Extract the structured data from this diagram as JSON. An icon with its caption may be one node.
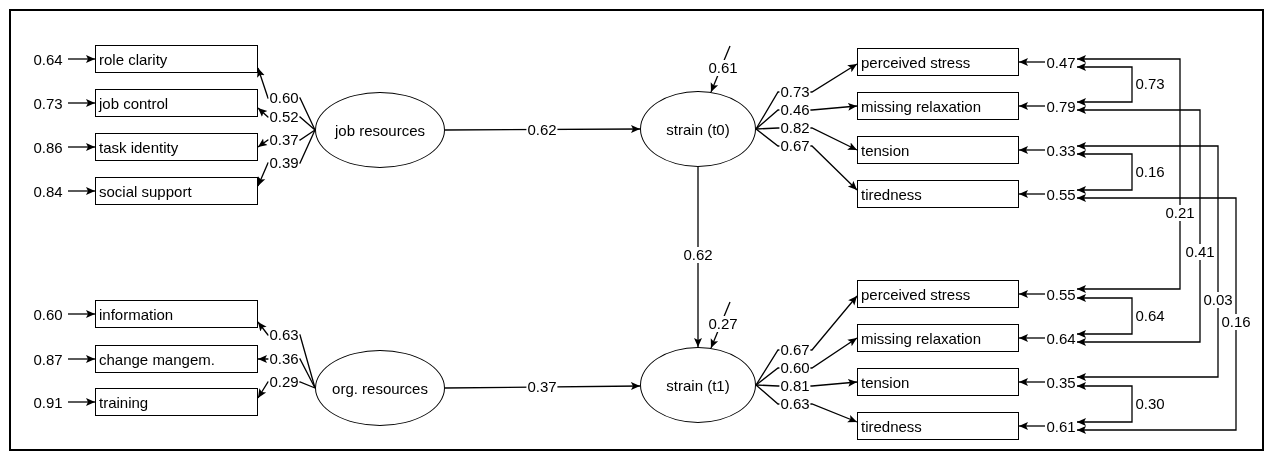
{
  "diagram": {
    "nodes": [
      {
        "text": [
          "0.64"
        ]
      },
      {
        "text": [
          "role clarity"
        ]
      },
      {
        "text": [
          "0.73"
        ]
      },
      {
        "text": [
          "job control"
        ]
      },
      {
        "text": [
          "0.86"
        ]
      },
      {
        "text": [
          "task identity"
        ]
      },
      {
        "text": [
          "0.84"
        ]
      },
      {
        "text": [
          "social support"
        ]
      },
      {
        "text": [
          "job resources"
        ]
      },
      {
        "text": [
          "strain (t0)"
        ]
      },
      {
        "text": [
          "perceived stress"
        ]
      },
      {
        "text": [
          "0.47"
        ]
      },
      {
        "text": [
          "missing relaxation"
        ]
      },
      {
        "text": [
          "0.79"
        ]
      },
      {
        "text": [
          "tension"
        ]
      },
      {
        "text": [
          "0.33"
        ]
      },
      {
        "text": [
          "tiredness"
        ]
      },
      {
        "text": [
          "0.55"
        ]
      },
      {
        "text": [
          "0.60"
        ]
      },
      {
        "text": [
          "information"
        ]
      },
      {
        "text": [
          "0.87"
        ]
      },
      {
        "text": [
          "change mangem."
        ]
      },
      {
        "text": [
          "0.91"
        ]
      },
      {
        "text": [
          "training"
        ]
      },
      {
        "text": [
          "org. resources"
        ]
      },
      {
        "text": [
          "strain (t1)"
        ]
      },
      {
        "text": [
          "perceived stress"
        ]
      },
      {
        "text": [
          "0.55"
        ]
      },
      {
        "text": [
          "missing relaxation"
        ]
      },
      {
        "text": [
          "0.64"
        ]
      },
      {
        "text": [
          "tension"
        ]
      },
      {
        "text": [
          "0.35"
        ]
      },
      {
        "text": [
          "tiredness"
        ]
      },
      {
        "text": [
          "0.61"
        ]
      }
    ],
    "edges": [
      {
        "from": 0,
        "to": 1,
        "arrow": "to"
      },
      {
        "from": 2,
        "to": 3,
        "arrow": "to"
      },
      {
        "from": 4,
        "to": 5,
        "arrow": "to"
      },
      {
        "from": 6,
        "to": 7,
        "arrow": "to"
      },
      {
        "from": 8,
        "to": 1,
        "label": "0.60",
        "arrow": "to"
      },
      {
        "from": 8,
        "to": 3,
        "label": "0.52",
        "arrow": "to"
      },
      {
        "from": 8,
        "to": 5,
        "label": "0.37",
        "arrow": "to"
      },
      {
        "from": 8,
        "to": 7,
        "label": "0.39",
        "arrow": "to"
      },
      {
        "from": 8,
        "to": 9,
        "label": "0.62",
        "arrow": "to"
      },
      {
        "from": null,
        "to": 9,
        "label": "0.61",
        "arrow": "to"
      },
      {
        "from": 9,
        "to": 10,
        "label": "0.73",
        "arrow": "to"
      },
      {
        "from": 9,
        "to": 12,
        "label": "0.46",
        "arrow": "to"
      },
      {
        "from": 9,
        "to": 14,
        "label": "0.82",
        "arrow": "to"
      },
      {
        "from": 9,
        "to": 16,
        "label": "0.67",
        "arrow": "to"
      },
      {
        "from": 11,
        "to": 10,
        "arrow": "to"
      },
      {
        "from": 13,
        "to": 12,
        "arrow": "to"
      },
      {
        "from": 15,
        "to": 14,
        "arrow": "to"
      },
      {
        "from": 17,
        "to": 16,
        "arrow": "to"
      },
      {
        "from": 9,
        "to": 25,
        "label": "0.62",
        "arrow": "to"
      },
      {
        "from": null,
        "to": 25,
        "label": "0.27",
        "arrow": "to"
      },
      {
        "from": 18,
        "to": 19,
        "arrow": "to"
      },
      {
        "from": 20,
        "to": 21,
        "arrow": "to"
      },
      {
        "from": 22,
        "to": 23,
        "arrow": "to"
      },
      {
        "from": 24,
        "to": 19,
        "label": "0.63",
        "arrow": "to"
      },
      {
        "from": 24,
        "to": 21,
        "label": "0.36",
        "arrow": "to"
      },
      {
        "from": 24,
        "to": 23,
        "label": "0.29",
        "arrow": "to"
      },
      {
        "from": 24,
        "to": 25,
        "label": "0.37",
        "arrow": "to"
      },
      {
        "from": 25,
        "to": 26,
        "label": "0.67",
        "arrow": "to"
      },
      {
        "from": 25,
        "to": 28,
        "label": "0.60",
        "arrow": "to"
      },
      {
        "from": 25,
        "to": 30,
        "label": "0.81",
        "arrow": "to"
      },
      {
        "from": 25,
        "to": 32,
        "label": "0.63",
        "arrow": "to"
      },
      {
        "from": 27,
        "to": 26,
        "arrow": "to"
      },
      {
        "from": 29,
        "to": 28,
        "arrow": "to"
      },
      {
        "from": 31,
        "to": 30,
        "arrow": "to"
      },
      {
        "from": 33,
        "to": 32,
        "arrow": "to"
      },
      {
        "from": 11,
        "to": 13,
        "label": "0.73",
        "arrow": "both"
      },
      {
        "from": 15,
        "to": 17,
        "label": "0.16",
        "arrow": "both"
      },
      {
        "from": 27,
        "to": 29,
        "label": "0.64",
        "arrow": "both"
      },
      {
        "from": 31,
        "to": 33,
        "label": "0.30",
        "arrow": "both"
      },
      {
        "from": 11,
        "to": 27,
        "label": "0.21",
        "arrow": "both"
      },
      {
        "from": 13,
        "to": 29,
        "label": "0.41",
        "arrow": "both"
      },
      {
        "from": 15,
        "to": 31,
        "label": "0.03",
        "arrow": "both"
      },
      {
        "from": 17,
        "to": 33,
        "label": "0.16",
        "arrow": "both"
      }
    ]
  }
}
